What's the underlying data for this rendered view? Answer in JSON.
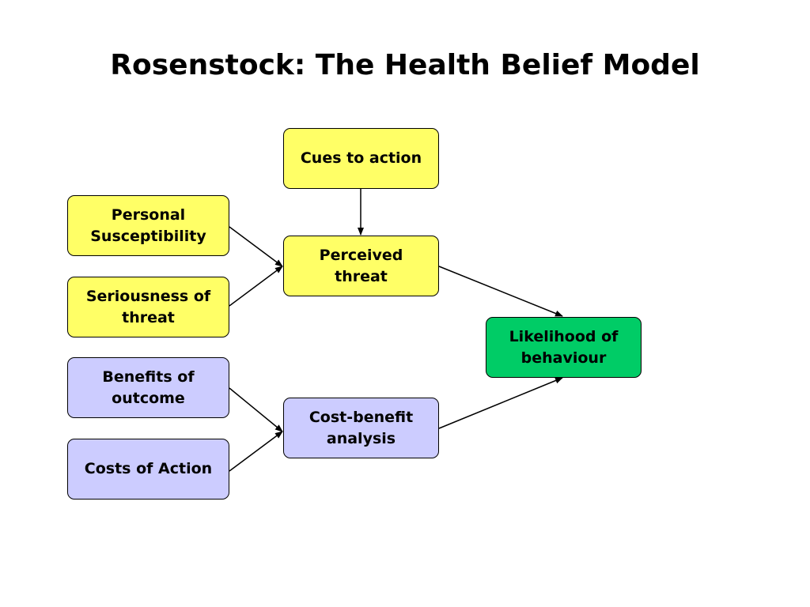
{
  "title": "Rosenstock: The Health Belief Model",
  "colors": {
    "threat_fill": "#ffff66",
    "cost_fill": "#ccccff",
    "outcome_fill": "#00cc66",
    "border": "#000000"
  },
  "nodes": {
    "cues": "Cues to action",
    "susceptibility": "Personal\nSusceptibility",
    "seriousness": "Seriousness of\nthreat",
    "perceived_threat": "Perceived\nthreat",
    "benefits": "Benefits of\noutcome",
    "costs": "Costs of Action",
    "cost_benefit": "Cost-benefit\nanalysis",
    "likelihood": "Likelihood of\nbehaviour"
  }
}
